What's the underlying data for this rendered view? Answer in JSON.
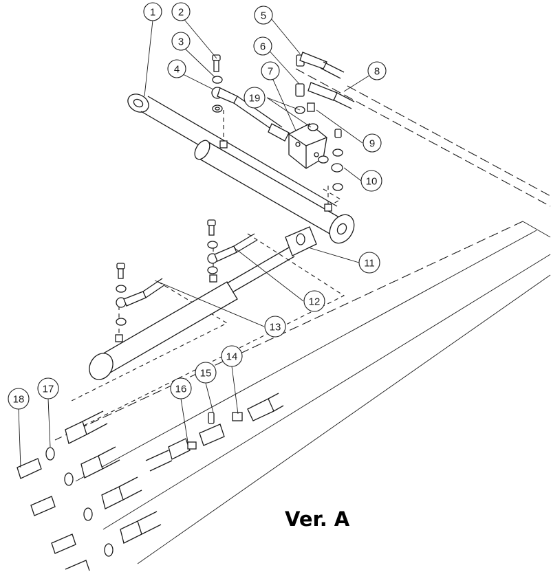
{
  "callouts": [
    "1",
    "2",
    "3",
    "4",
    "5",
    "6",
    "7",
    "8",
    "19",
    "9",
    "10",
    "11",
    "12",
    "13",
    "14",
    "15",
    "16",
    "17",
    "18"
  ],
  "version_label": "Ver. A",
  "colors": {
    "line": "#1a1a1a",
    "background": "#ffffff"
  }
}
